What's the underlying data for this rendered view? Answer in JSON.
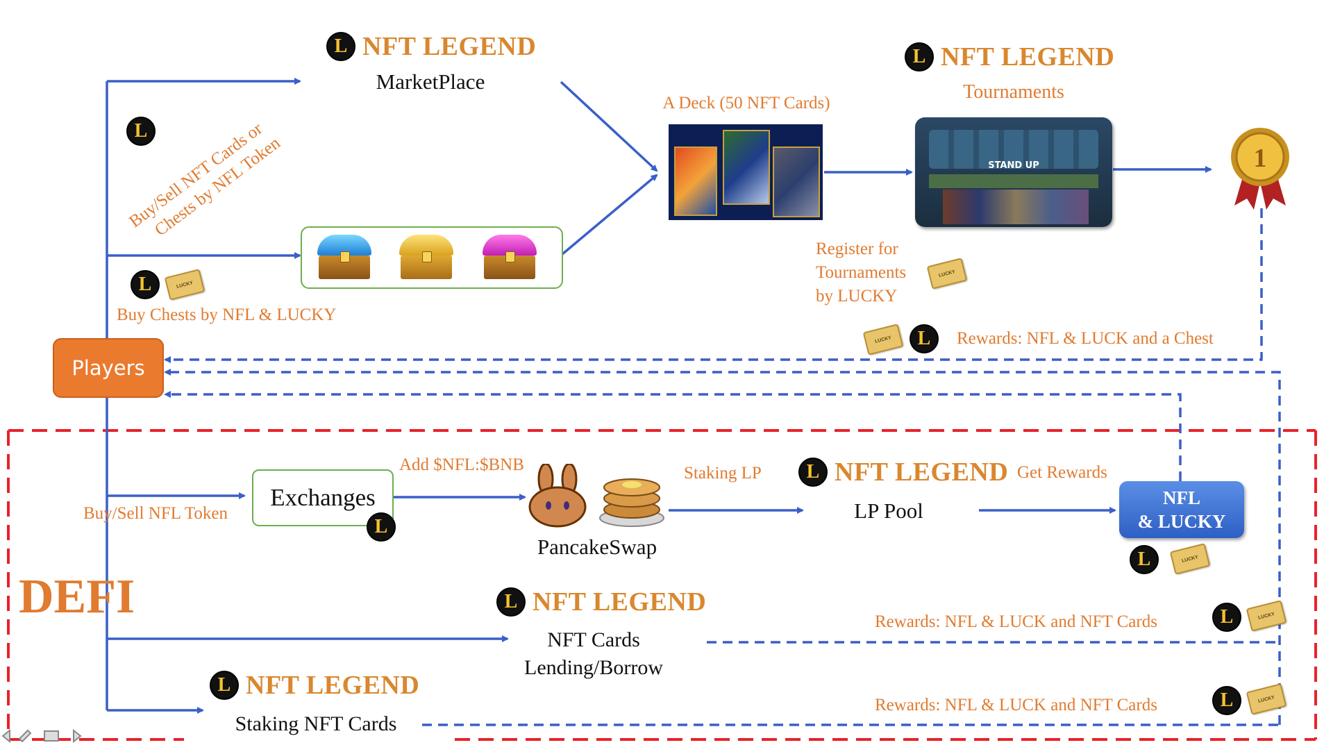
{
  "brand": {
    "coin_letter": "L",
    "name": "NFT LEGEND",
    "color": "#D9872E"
  },
  "colors": {
    "arrow_blue": "#3A5FC8",
    "label_orange": "#E07B30",
    "defi_border_red": "#E8222A",
    "players_orange": "#EA7A2E",
    "exchange_border_green": "#6BAE4F"
  },
  "nodes": {
    "marketplace": "MarketPlace",
    "tournaments": "Tournaments",
    "deck": "A Deck (50 NFT Cards)",
    "players": "Players",
    "exchanges": "Exchanges",
    "pancakeswap": "PancakeSwap",
    "lp_pool": "LP Pool",
    "nfl_lucky_line1": "NFL",
    "nfl_lucky_line2": "& LUCKY",
    "lending_line1": "NFT Cards",
    "lending_line2": "Lending/Borrow",
    "staking_nft": "Staking NFT Cards",
    "defi": "DEFI",
    "tournament_screen_text": "STAND UP",
    "medal_number": "1"
  },
  "labels": {
    "buy_sell_cards_line1": "Buy/Sell NFT Cards or",
    "buy_sell_cards_line2": "Chests by NFL Token",
    "buy_chests": "Buy Chests by NFL & LUCKY",
    "register_line1": "Register for",
    "register_line2": "Tournaments",
    "register_line3": "by LUCKY",
    "rewards_tournament": "Rewards: NFL & LUCK and a Chest",
    "add_lp": "Add $NFL:$BNB",
    "buy_sell_token": "Buy/Sell NFL Token",
    "staking_lp": "Staking LP",
    "get_rewards": "Get Rewards",
    "rewards_lending": "Rewards: NFL & LUCK and NFT Cards",
    "rewards_staking": "Rewards: NFL & LUCK and NFT Cards"
  },
  "ticket_text": "LUCKY",
  "icons": [
    "coin-icon",
    "lucky-ticket-icon",
    "treasure-chest-icon",
    "pancake-bunny-icon",
    "pancake-stack-icon",
    "gold-medal-icon"
  ]
}
